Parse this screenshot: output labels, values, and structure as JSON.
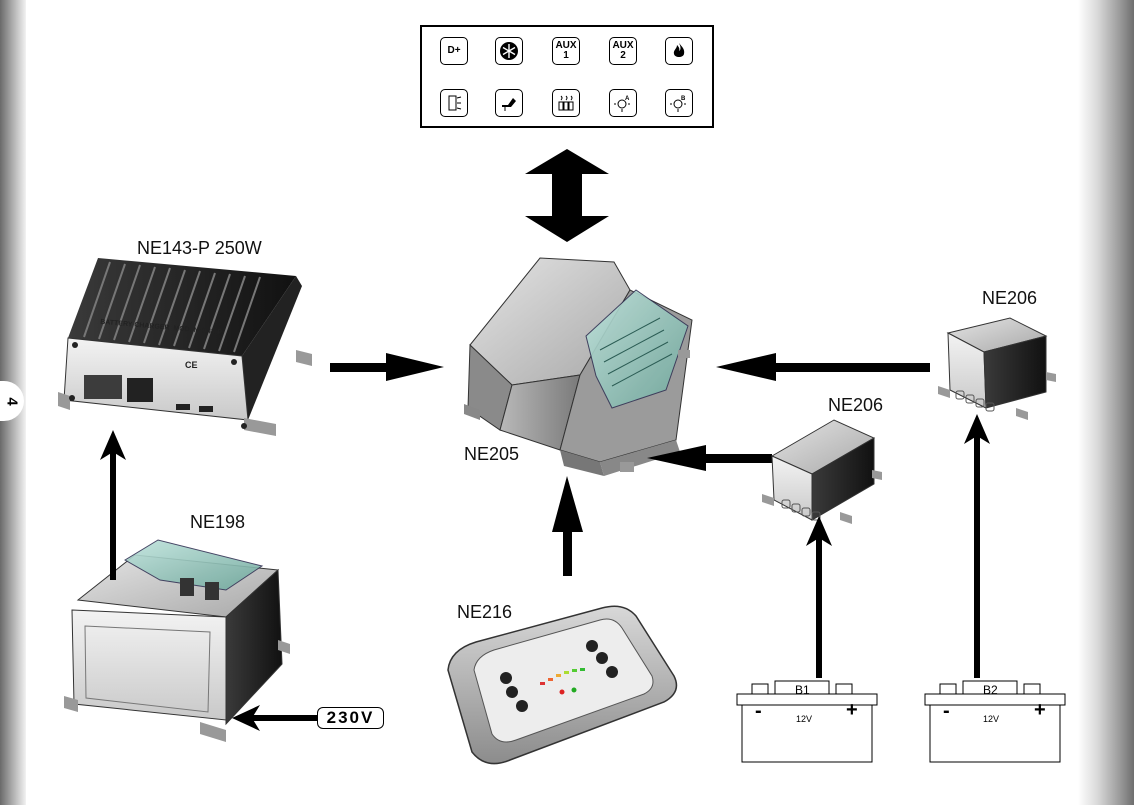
{
  "page": {
    "number": "4"
  },
  "control_panel": {
    "row1": [
      {
        "icon": "d-plus-icon",
        "label": "D+"
      },
      {
        "icon": "snowflake-icon",
        "label": ""
      },
      {
        "icon": "aux1-icon",
        "label": "AUX\n1"
      },
      {
        "icon": "aux2-icon",
        "label": "AUX\n2"
      },
      {
        "icon": "flame-icon",
        "label": ""
      }
    ],
    "row2": [
      {
        "icon": "light-icon",
        "label": ""
      },
      {
        "icon": "tap-icon",
        "label": ""
      },
      {
        "icon": "heater-icon",
        "label": ""
      },
      {
        "icon": "lamp-a-icon",
        "label": ""
      },
      {
        "icon": "lamp-b-icon",
        "label": ""
      }
    ]
  },
  "devices": {
    "charger": "NE143-P 250W",
    "central_unit": "NE205",
    "power_supply": "NE198",
    "control_panel_unit": "NE216",
    "sensor_upper": "NE206",
    "sensor_lower": "NE206"
  },
  "charger_plate": {
    "title": "BATTERY CHARGER  MOD. NE143-P",
    "ce_mark": "CE"
  },
  "mains": {
    "label": "230V"
  },
  "batteries": [
    {
      "name": "B1",
      "negative": "-",
      "positive": "+",
      "voltage": "12V"
    },
    {
      "name": "B2",
      "negative": "-",
      "positive": "+",
      "voltage": "12V"
    }
  ]
}
